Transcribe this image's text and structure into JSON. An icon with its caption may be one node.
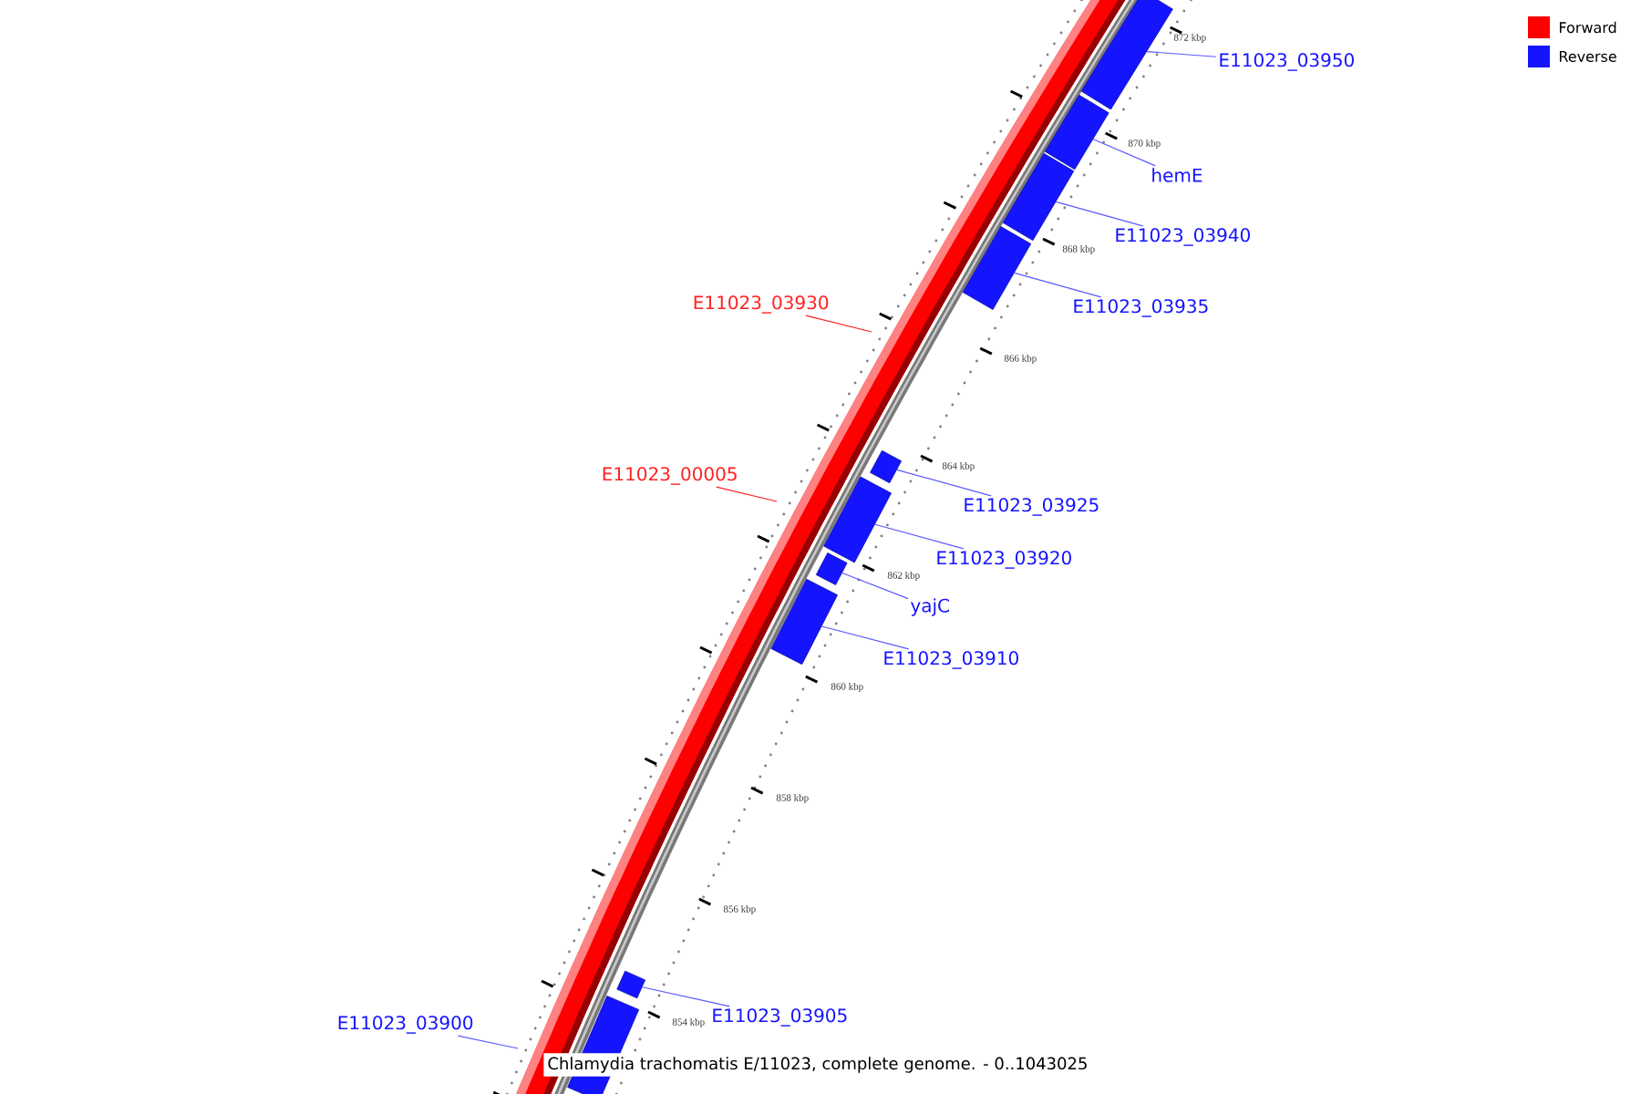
{
  "diagram": {
    "caption": "Chlamydia trachomatis E/11023, complete genome. - 0..1043025",
    "nodes": [
      {
        "text": [
          "E11023_03950"
        ]
      },
      {
        "text": [
          "hemE"
        ]
      },
      {
        "text": [
          "E11023_03940"
        ]
      },
      {
        "text": [
          "E11023_03935"
        ]
      },
      {
        "text": [
          "E11023_03930"
        ]
      },
      {
        "text": [
          "E11023_00005"
        ]
      },
      {
        "text": [
          "E11023_03925"
        ]
      },
      {
        "text": [
          "E11023_03920"
        ]
      },
      {
        "text": [
          "yajC"
        ]
      },
      {
        "text": [
          "E11023_03910"
        ]
      },
      {
        "text": [
          "E11023_03905"
        ]
      },
      {
        "text": [
          "E11023_03900"
        ]
      },
      {
        "text": [],
        "shape": "bar"
      },
      {
        "text": [],
        "shape": "bar"
      },
      {
        "text": [],
        "shape": "bar"
      },
      {
        "text": [],
        "shape": "bar"
      },
      {
        "text": [],
        "shape": "bar"
      },
      {
        "text": [],
        "shape": "bar"
      },
      {
        "text": [],
        "shape": "bar"
      },
      {
        "text": [],
        "shape": "bar"
      },
      {
        "text": [],
        "shape": "bar"
      },
      {
        "text": [],
        "shape": "bar"
      }
    ],
    "edges": [
      {
        "from": 0,
        "to": 12,
        "arrow": "none"
      },
      {
        "from": 1,
        "to": 13,
        "arrow": "none"
      },
      {
        "from": 2,
        "to": 14,
        "arrow": "none"
      },
      {
        "from": 3,
        "to": 15,
        "arrow": "none"
      },
      {
        "from": 4,
        "to": null,
        "arrow": "none",
        "color": "#ff2020"
      },
      {
        "from": 5,
        "to": null,
        "arrow": "none",
        "color": "#ff2020"
      },
      {
        "from": 6,
        "to": 16,
        "arrow": "none"
      },
      {
        "from": 7,
        "to": 17,
        "arrow": "none"
      },
      {
        "from": 8,
        "to": 18,
        "arrow": "none"
      },
      {
        "from": 9,
        "to": 19,
        "arrow": "none"
      },
      {
        "from": 10,
        "to": 20,
        "arrow": "none"
      },
      {
        "from": 11,
        "to": null,
        "arrow": "none"
      }
    ],
    "labels": [
      "872 kbp",
      "870 kbp",
      "868 kbp",
      "866 kbp",
      "864 kbp",
      "862 kbp",
      "860 kbp",
      "858 kbp",
      "856 kbp",
      "854 kbp"
    ],
    "legend": [
      {
        "text": "Forward",
        "color": "#ff0000"
      },
      {
        "text": "Reverse",
        "color": "#1414ff"
      }
    ]
  }
}
